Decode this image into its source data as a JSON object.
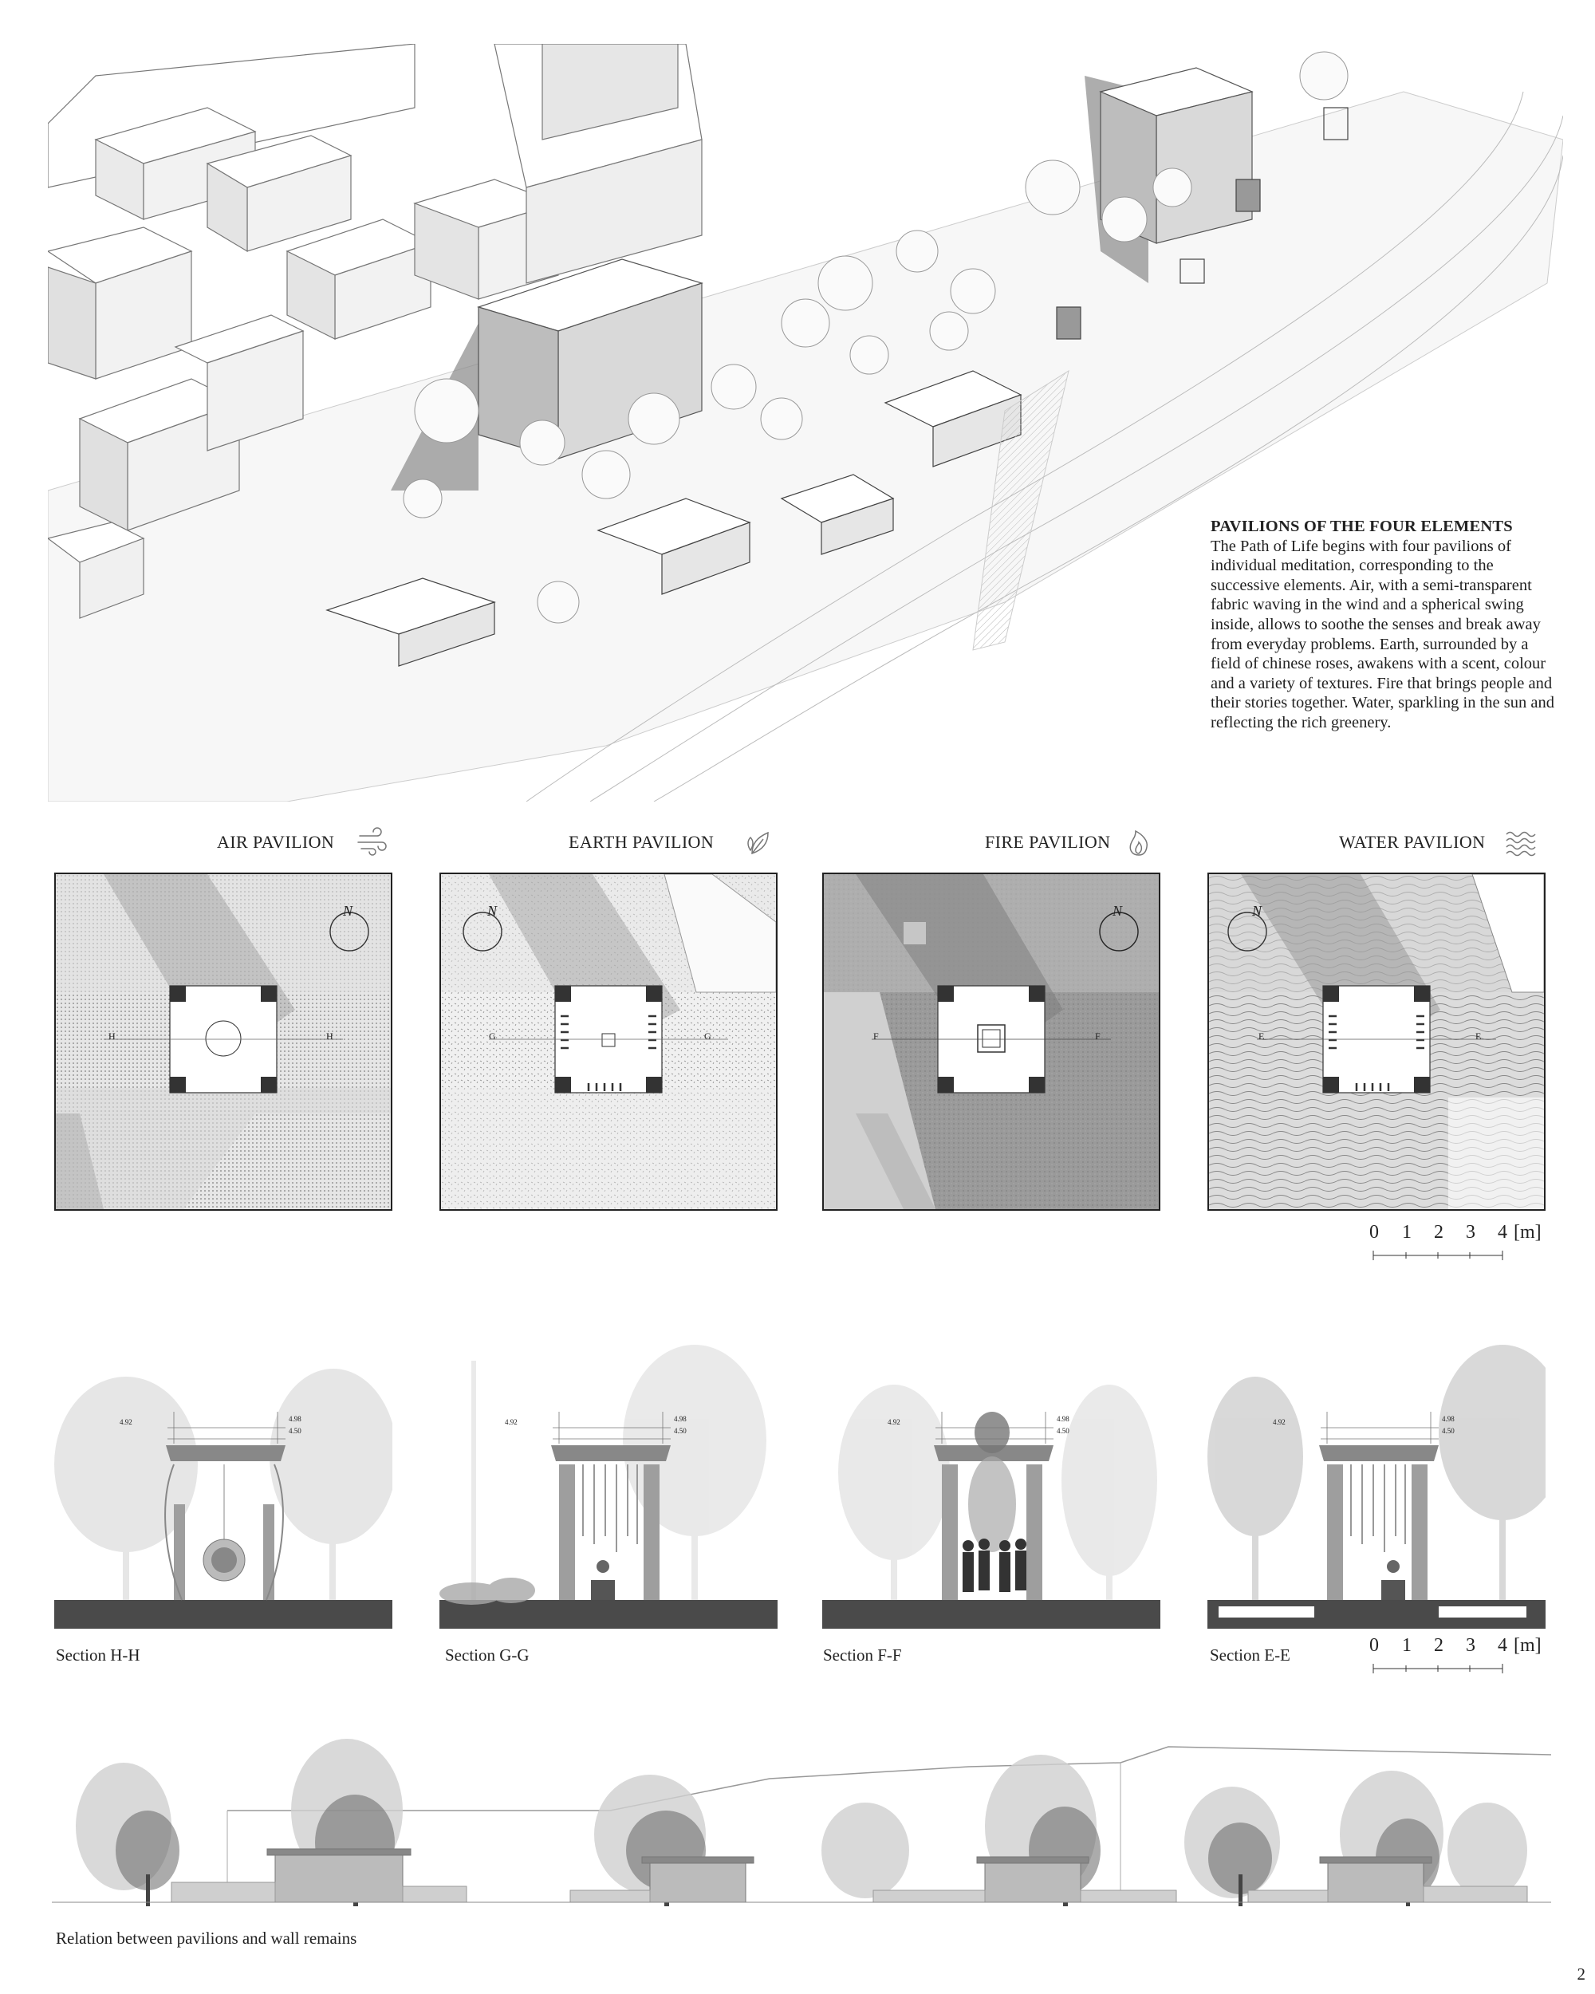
{
  "description": {
    "title": "PAVILIONS OF THE FOUR ELEMENTS",
    "body": "The Path of Life begins with four pavilions of individual meditation, corresponding to the successive elements. Air, with a semi-transparent fabric waving in the wind and a spherical swing inside, allows to soothe the senses and break away from everyday problems. Earth, surrounded by a field of chinese roses, awakens with a scent, colour and a variety of textures. Fire that brings people and their stories together. Water, sparkling in the sun and reflecting the rich greenery."
  },
  "pavilions": [
    {
      "title": "AIR PAVILION",
      "icon": "wind-icon",
      "north": "N",
      "section_mark": "H",
      "section_caption": "Section H-H"
    },
    {
      "title": "EARTH PAVILION",
      "icon": "leaf-icon",
      "north": "N",
      "section_mark": "G",
      "section_caption": "Section G-G"
    },
    {
      "title": "FIRE PAVILION",
      "icon": "flame-icon",
      "north": "N",
      "section_mark": "F",
      "section_caption": "Section F-F"
    },
    {
      "title": "WATER PAVILION",
      "icon": "waves-icon",
      "north": "N",
      "section_mark": "E",
      "section_caption": "Section E-E"
    }
  ],
  "levels": {
    "top": "4.98",
    "mid": "4.50",
    "left": "4.92"
  },
  "scale_bar": {
    "ticks": [
      "0",
      "1",
      "2",
      "3",
      "4"
    ],
    "unit": "[m]"
  },
  "elevation_caption": "Relation between pavilions and wall remains",
  "page_number": "2"
}
